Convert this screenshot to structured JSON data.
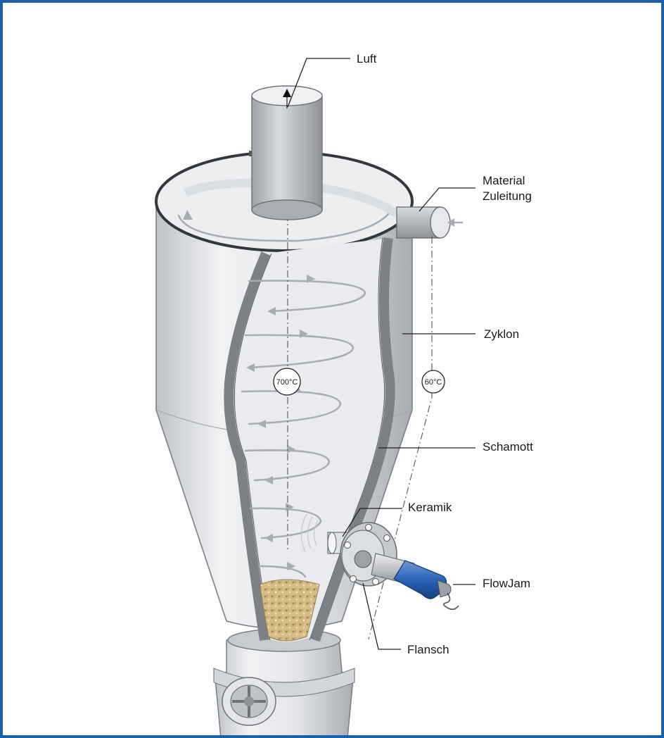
{
  "labels": {
    "luft": "Luft",
    "material_zuleitung_1": "Material",
    "material_zuleitung_2": "Zuleitung",
    "zyklon": "Zyklon",
    "schamott": "Schamott",
    "keramik": "Keramik",
    "flowjam": "FlowJam",
    "flansch": "Flansch"
  },
  "temperatures": {
    "inner": "700°C",
    "outer": "60°C"
  },
  "colors": {
    "frame_border": "#1f5fa8",
    "sensor_blue": "#2a64b8",
    "metal": "#c9ccd0",
    "refractory": "#7d8084",
    "material_fill": "#cdb27a"
  }
}
